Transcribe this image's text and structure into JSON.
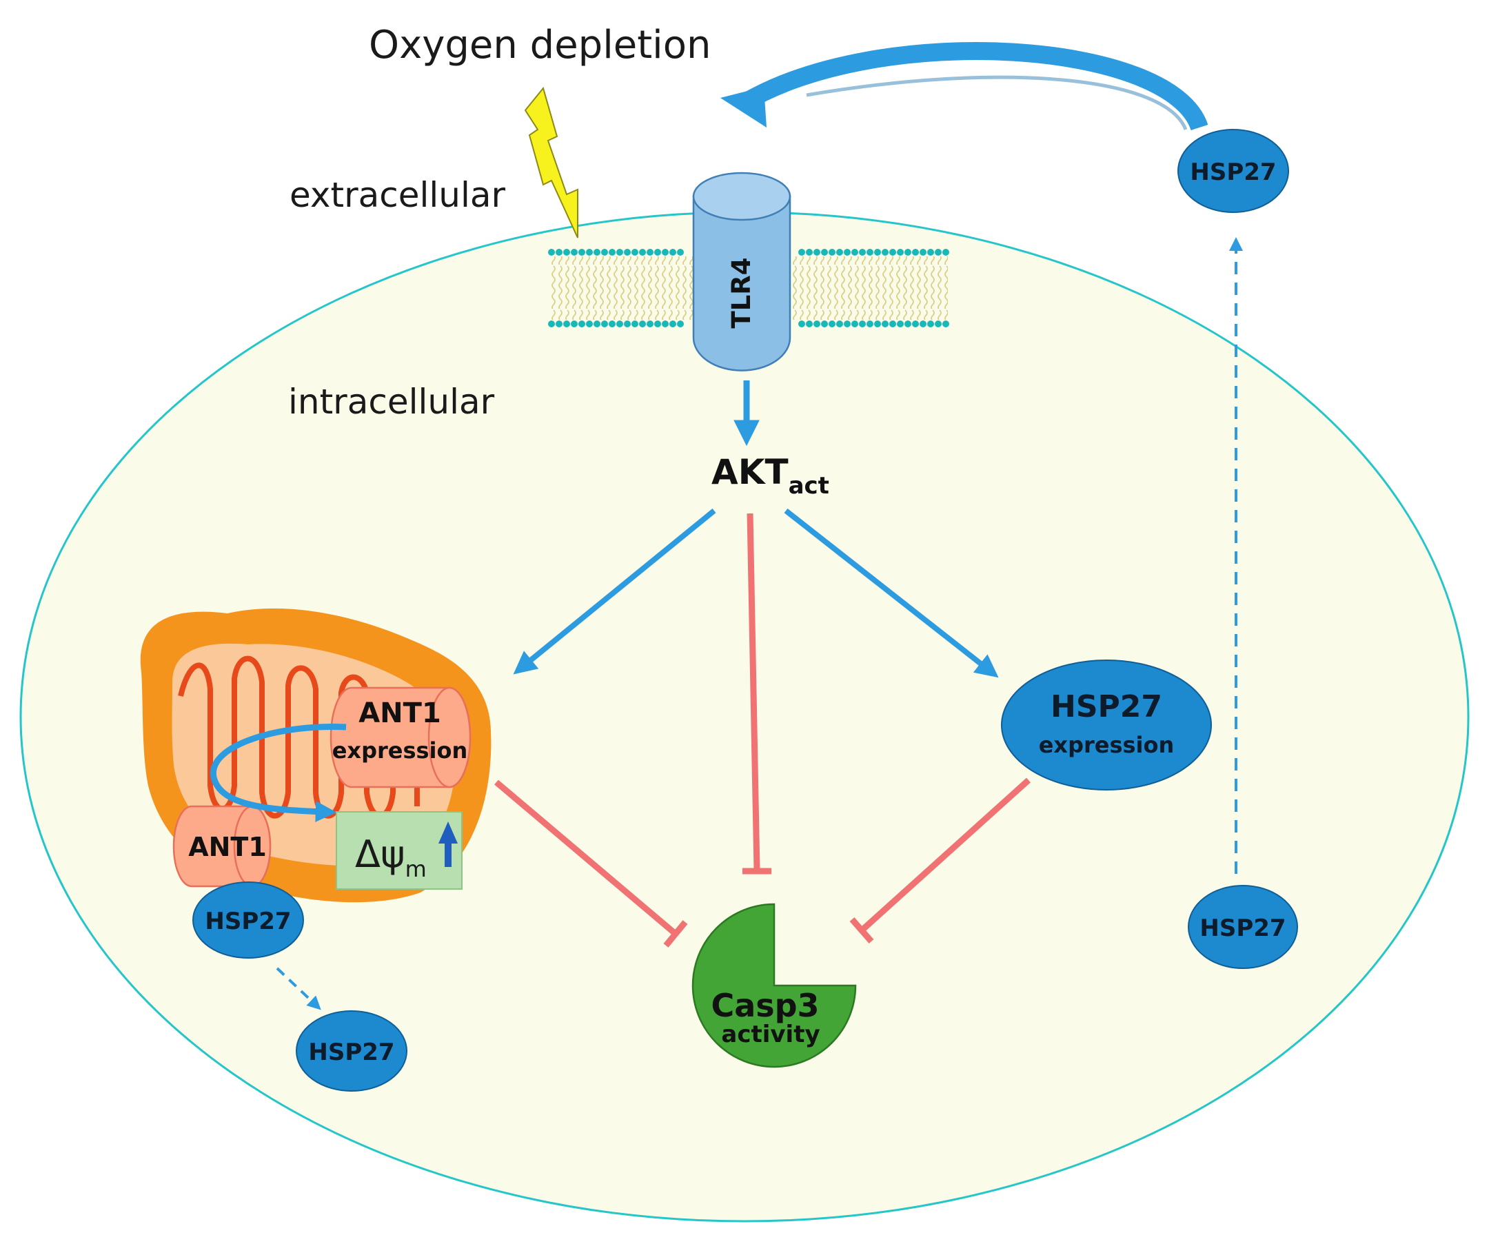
{
  "labels": {
    "stimulus": "Oxygen depletion",
    "extracellular": "extracellular",
    "intracellular": "intracellular",
    "receptor": "TLR4",
    "akt_main": "AKT",
    "akt_sub": "act",
    "ant1_expression_title": "ANT1",
    "ant1_expression_sub": "expression",
    "ant1": "ANT1",
    "membrane_potential_main": "Δψ",
    "membrane_potential_sub": "m",
    "hsp27_expression_title": "HSP27",
    "hsp27_expression_sub": "expression",
    "casp3_title": "Casp3",
    "casp3_sub": "activity",
    "hsp27_on_ant1": "HSP27",
    "hsp27_released_mito": "HSP27",
    "hsp27_cytosolic": "HSP27",
    "hsp27_extracellular": "HSP27"
  },
  "colors": {
    "cell_fill": "#fbfbea",
    "cell_outline": "#24c6c9",
    "membrane_head": "#19b8b8",
    "membrane_tail": "#d9d28a",
    "tlr4_fill": "#8cbfe6",
    "tlr4_stroke": "#3f7fb5",
    "activation_arrow": "#2d9be0",
    "inhibition": "#f07272",
    "hsp27_fill": "#1d89cf",
    "hsp27_stroke": "#0f5f97",
    "mito_outer": "#f5941c",
    "mito_inner_fill": "#fbc89a",
    "mito_cristae": "#e8491b",
    "ant1_fill": "#fcaa8a",
    "ant1_stroke": "#e8705a",
    "delta_psi_box": "#b7dfb0",
    "delta_psi_up_arrow": "#1f5dbf",
    "casp3_fill": "#43a536",
    "casp3_stroke": "#2b7a22",
    "lightning_fill": "#f7f21e",
    "lightning_stroke": "#8d8a15"
  },
  "icons": {
    "stimulus": "lightning-bolt-icon",
    "feedback": "curved-arrow-icon",
    "membrane_potential_increase": "up-arrow-icon"
  }
}
